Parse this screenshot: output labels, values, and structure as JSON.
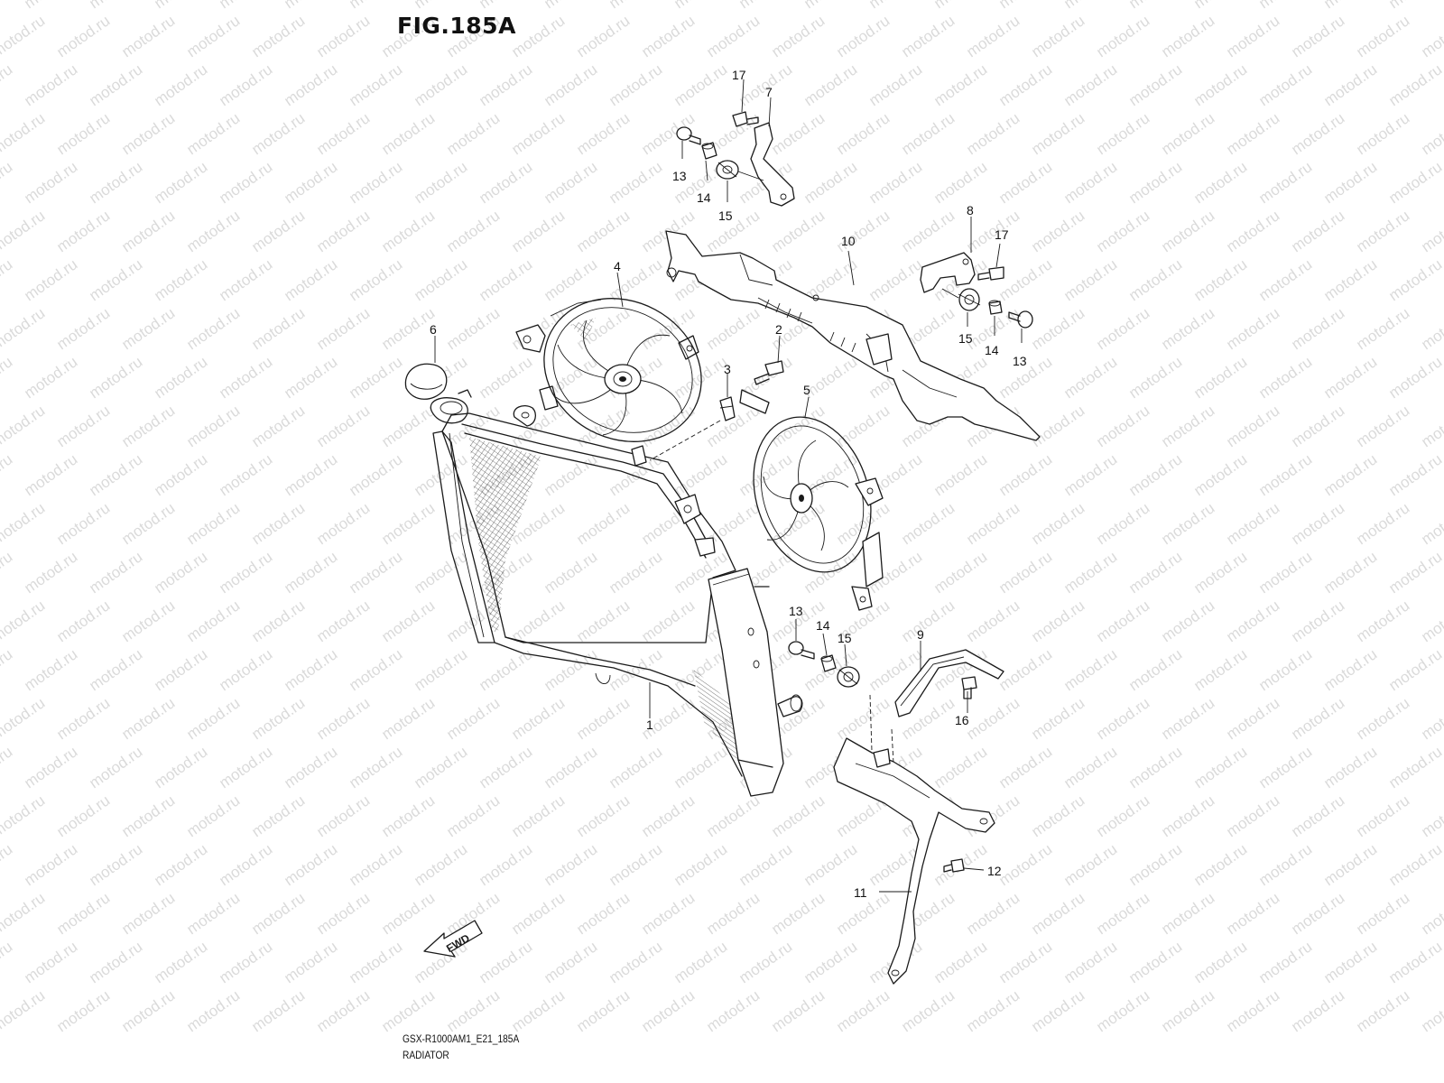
{
  "figure": {
    "title": "FIG.185A",
    "diagram_code": "GSX-R1000AM1_E21_185A",
    "section_name": "RADIATOR",
    "watermark_text": "motod.ru",
    "fwd_label": "FWD"
  },
  "callouts": {
    "c1": "1",
    "c2": "2",
    "c3": "3",
    "c4": "4",
    "c5": "5",
    "c6": "6",
    "c7": "7",
    "c8": "8",
    "c9": "9",
    "c10": "10",
    "c11": "11",
    "c12": "12",
    "c13a": "13",
    "c13b": "13",
    "c13c": "13",
    "c14a": "14",
    "c14b": "14",
    "c14c": "14",
    "c15a": "15",
    "c15b": "15",
    "c15c": "15",
    "c16": "16",
    "c17a": "17",
    "c17b": "17"
  },
  "colors": {
    "line": "#1a1a1a",
    "watermark": "#bdbdbd",
    "background": "#ffffff"
  }
}
